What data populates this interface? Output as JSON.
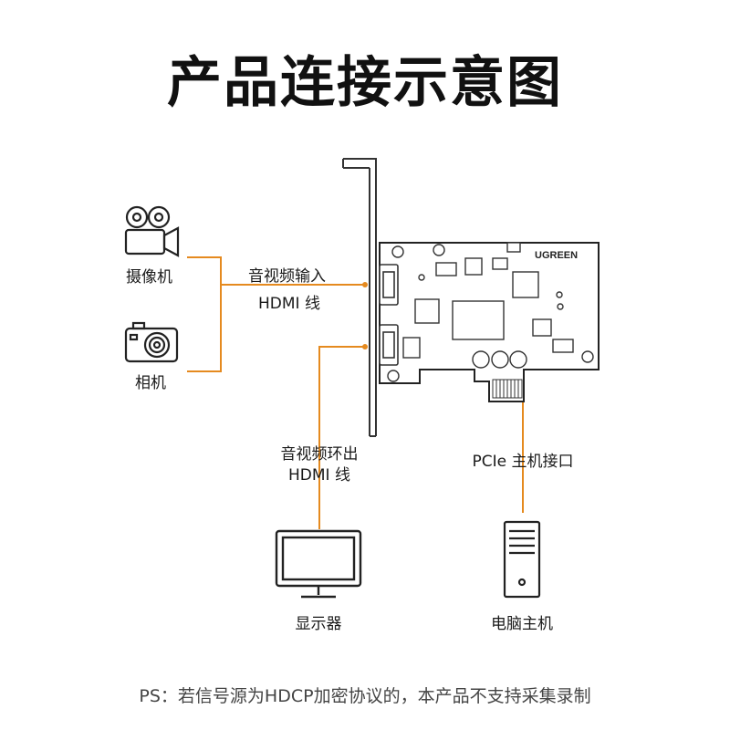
{
  "title": "产品连接示意图",
  "labels": {
    "camcorder": "摄像机",
    "camera": "相机",
    "input_cable_line1": "音视频输入",
    "input_cable_line2": "HDMI 线",
    "loop_cable_line1": "音视频环出",
    "loop_cable_line2": "HDMI 线",
    "pcie": "PCIe 主机接口",
    "monitor": "显示器",
    "host": "电脑主机"
  },
  "card": {
    "brand": "UGREEN"
  },
  "note": "PS：若信号源为HDCP加密协议的，本产品不支持采集录制",
  "colors": {
    "connector_line": "#e58a1f",
    "outline": "#222222"
  },
  "icons": [
    "camcorder-icon",
    "camera-icon",
    "monitor-icon",
    "pc-tower-icon",
    "capture-card"
  ]
}
